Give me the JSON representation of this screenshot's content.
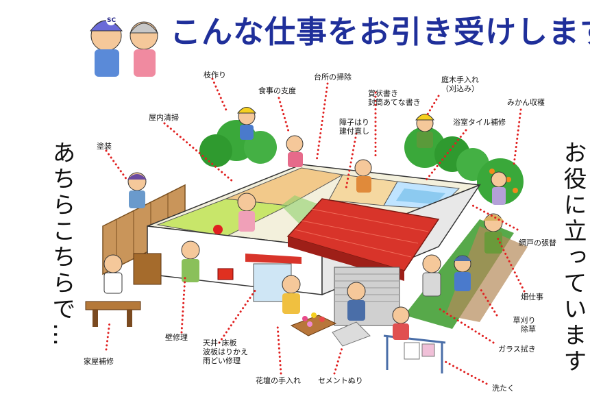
{
  "title": "こんな仕事をお引き受けします",
  "left_vertical": "あちらこちらで…",
  "right_vertical": "お役に立っています",
  "badge_text": "SC",
  "colors": {
    "title": "#1f2f9a",
    "leader": "#e02020",
    "roof": "#d8342a",
    "lawn": "#3a9a2a"
  },
  "labels": {
    "edazukuri": "枝作り",
    "shokuji": "食事の支度",
    "daidokoro": "台所の掃除",
    "teiboku_1": "庭木手入れ",
    "teiboku_2": "（刈込み）",
    "shojo_1": "賞状書き",
    "shojo_2": "封筒あてな書き",
    "okunai": "屋内清掃",
    "shoji_1": "障子はり",
    "shoji_2": "建付直し",
    "mikan": "みかん収穫",
    "yokushitsu": "浴室タイル補修",
    "tosou": "塗装",
    "amido": "網戸の張替",
    "hatake": "畑仕事",
    "kusakari_1": "草刈り",
    "kusakari_2": "除草",
    "garasu": "ガラス拭き",
    "sentaku": "洗たく",
    "kabe": "壁修理",
    "tenjo_1": "天井･床板",
    "tenjo_2": "波板はりかえ",
    "tenjo_3": "雨どい修理",
    "kaoku": "家屋補修",
    "kadan": "花壇の手入れ",
    "cement": "セメントぬり"
  }
}
